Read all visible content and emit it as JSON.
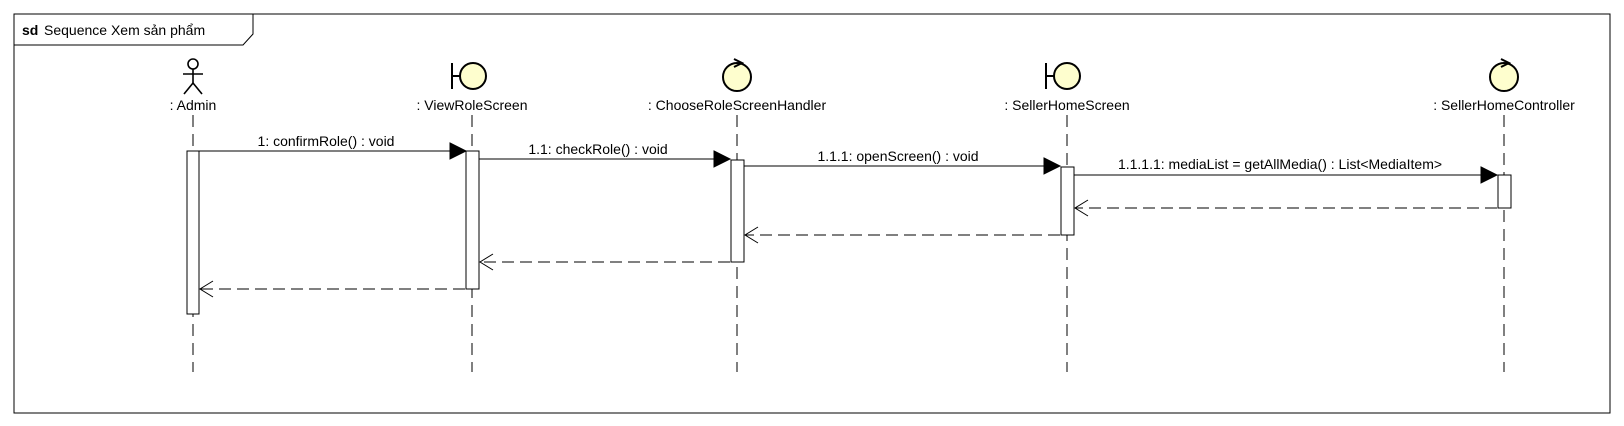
{
  "frame": {
    "keyword": "sd",
    "name": "Sequence Xem sản phẩm"
  },
  "lifelines": [
    {
      "id": "admin",
      "label": ": Admin",
      "kind": "actor"
    },
    {
      "id": "view_role_screen",
      "label": ": ViewRoleScreen",
      "kind": "boundary"
    },
    {
      "id": "choose_role_handler",
      "label": ": ChooseRoleScreenHandler",
      "kind": "control"
    },
    {
      "id": "seller_home_screen",
      "label": ": SellerHomeScreen",
      "kind": "boundary"
    },
    {
      "id": "seller_home_controller",
      "label": ": SellerHomeController",
      "kind": "control"
    }
  ],
  "messages": [
    {
      "label": "1: confirmRole() : void",
      "from": "admin",
      "to": "view_role_screen",
      "kind": "call"
    },
    {
      "label": "1.1: checkRole() : void",
      "from": "view_role_screen",
      "to": "choose_role_handler",
      "kind": "call"
    },
    {
      "label": "1.1.1: openScreen() : void",
      "from": "choose_role_handler",
      "to": "seller_home_screen",
      "kind": "call"
    },
    {
      "label": "1.1.1.1: mediaList = getAllMedia() : List<MediaItem>",
      "from": "seller_home_screen",
      "to": "seller_home_controller",
      "kind": "call"
    },
    {
      "label": "",
      "from": "seller_home_controller",
      "to": "seller_home_screen",
      "kind": "return"
    },
    {
      "label": "",
      "from": "seller_home_screen",
      "to": "choose_role_handler",
      "kind": "return"
    },
    {
      "label": "",
      "from": "choose_role_handler",
      "to": "view_role_screen",
      "kind": "return"
    },
    {
      "label": "",
      "from": "view_role_screen",
      "to": "admin",
      "kind": "return"
    }
  ],
  "colors": {
    "stroke": "#000000",
    "participant_fill": "#FEFECE",
    "activation_fill": "#FFFFFF",
    "frame_stroke": "#000000"
  }
}
